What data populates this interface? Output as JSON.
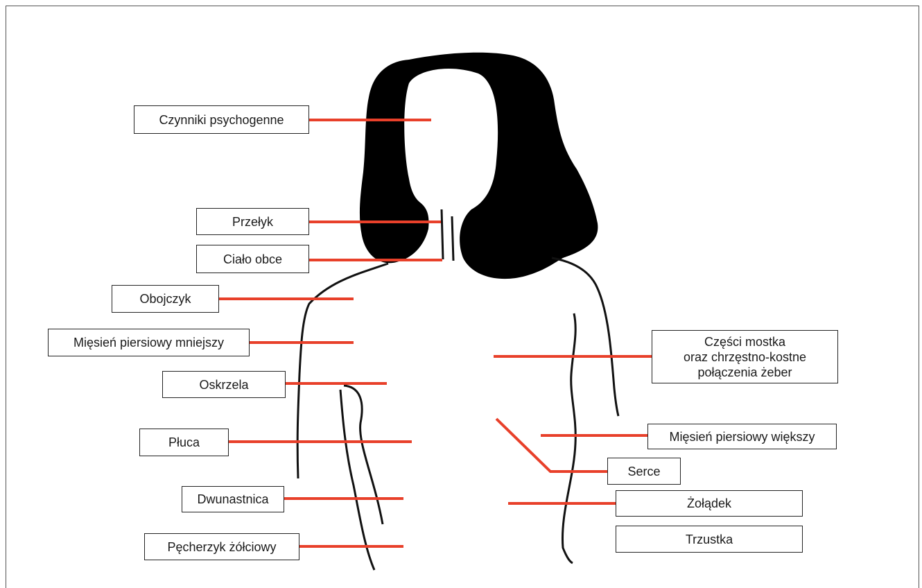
{
  "colors": {
    "leader": "#e8402a",
    "hair": "#000000",
    "outline": "#111111",
    "frame": "#555555"
  },
  "labels": {
    "psychogenic": "Czynniki psychogenne",
    "esophagus": "Przełyk",
    "foreign_body": "Ciało obce",
    "clavicle": "Obojczyk",
    "pectoralis_minor": "Mięsień piersiowy mniejszy",
    "bronchi": "Oskrzela",
    "lungs": "Płuca",
    "duodenum": "Dwunastnica",
    "gallbladder": "Pęcherzyk żółciowy",
    "sternum_line1": "Części mostka",
    "sternum_line2": "oraz chrzęstno-kostne",
    "sternum_line3": "połączenia żeber",
    "pectoralis_major": "Mięsień piersiowy większy",
    "heart": "Serce",
    "stomach": "Żołądek",
    "pancreas": "Trzustka"
  }
}
